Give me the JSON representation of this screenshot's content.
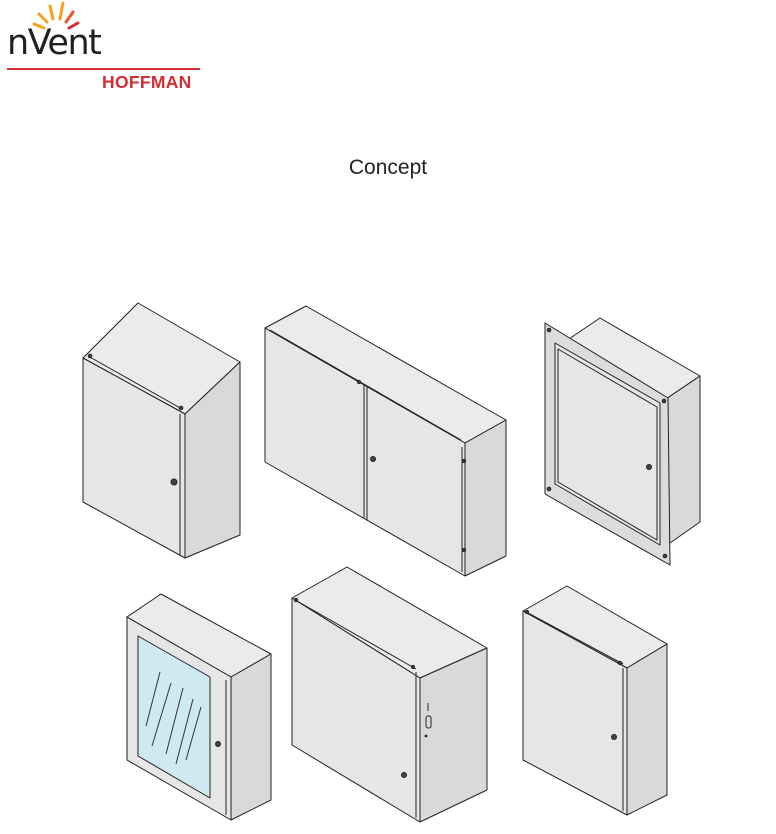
{
  "brand": {
    "name": "nVent",
    "sub": "HOFFMAN"
  },
  "page": {
    "title": "Concept"
  },
  "colors": {
    "brand_red": "#d32e34",
    "brand_yellow": "#f4a11d",
    "enclosure_gray": "#e6e6e6",
    "outline": "#222222",
    "glass_blue": "#cfe9f2"
  },
  "illustrations": [
    {
      "name": "single-door-sloped-roof-enclosure"
    },
    {
      "name": "double-door-wall-enclosure"
    },
    {
      "name": "flush-mount-flanged-enclosure"
    },
    {
      "name": "glass-door-enclosure"
    },
    {
      "name": "large-single-door-enclosure"
    },
    {
      "name": "compact-single-door-enclosure"
    }
  ]
}
